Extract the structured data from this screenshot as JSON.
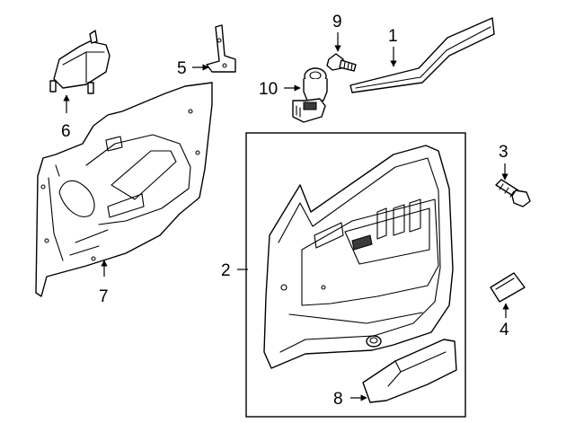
{
  "callouts": {
    "c1": "1",
    "c2": "2",
    "c3": "3",
    "c4": "4",
    "c5": "5",
    "c6": "6",
    "c7": "7",
    "c8": "8",
    "c9": "9",
    "c10": "10"
  },
  "parts": [
    {
      "callout": "1",
      "name": "weatherstrip"
    },
    {
      "callout": "2",
      "name": "door-trim-panel"
    },
    {
      "callout": "3",
      "name": "bolt"
    },
    {
      "callout": "4",
      "name": "pad"
    },
    {
      "callout": "5",
      "name": "bracket"
    },
    {
      "callout": "6",
      "name": "bracket-cover"
    },
    {
      "callout": "7",
      "name": "water-deflector"
    },
    {
      "callout": "8",
      "name": "armrest-cover"
    },
    {
      "callout": "9",
      "name": "bolt"
    },
    {
      "callout": "10",
      "name": "switch-connector"
    }
  ]
}
